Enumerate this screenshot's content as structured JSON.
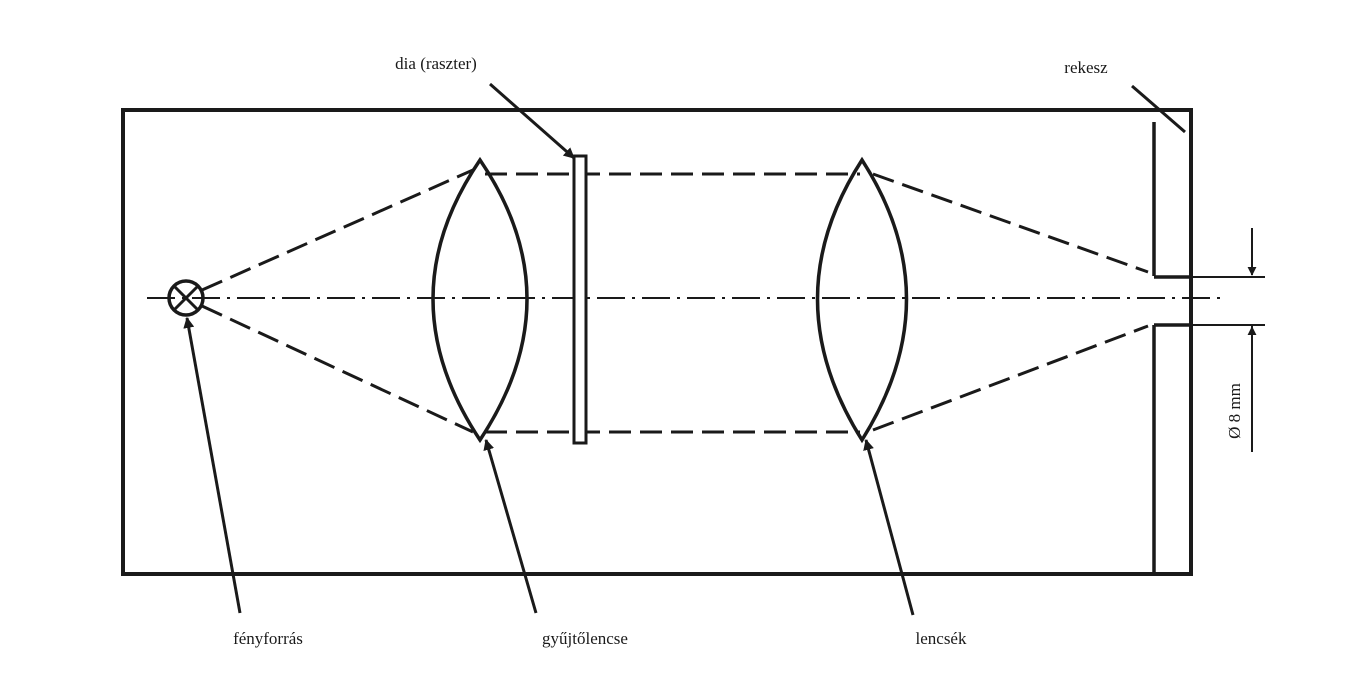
{
  "labels": {
    "slide": "dia (raszter)",
    "aperture": "rekesz",
    "light_source": "fényforrás",
    "condenser": "gyűjtőlencse",
    "lenses": "lencsék",
    "aperture_diameter": "Ø 8 mm"
  },
  "colors": {
    "ink": "#1a1a1a",
    "background": "#ffffff"
  }
}
